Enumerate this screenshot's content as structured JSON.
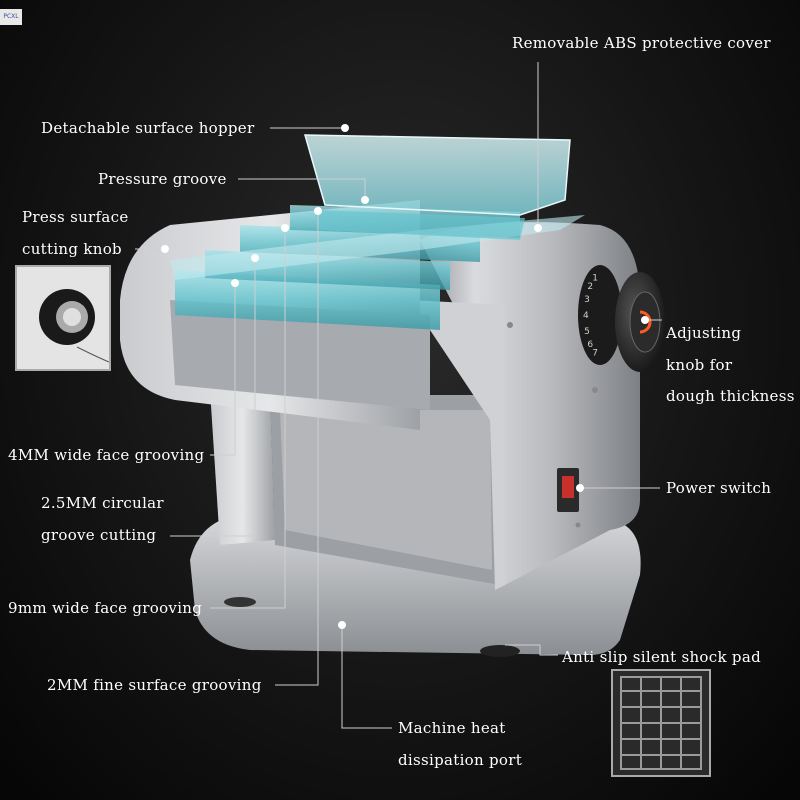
{
  "badge": "PCXL",
  "colors": {
    "background": "#0c0c0c",
    "label_text": "#ffffff",
    "leader_line": "#cfcfcf",
    "body": "#c4c6ca",
    "acrylic": "#7fd4dc"
  },
  "callouts": {
    "protective_cover": "Removable ABS protective cover",
    "hopper": "Detachable surface hopper",
    "pressure_groove": "Pressure groove",
    "cutting_knob_line1": "Press surface",
    "cutting_knob_line2": "cutting knob",
    "adjust_line1": "Adjusting",
    "adjust_line2": "knob for",
    "adjust_line3": "dough thickness",
    "groove_4mm": "4MM wide face grooving",
    "circular_line1": "2.5MM circular",
    "circular_line2": "groove cutting",
    "power_switch": "Power switch",
    "groove_9mm": "9mm wide face grooving",
    "shock_pad": "Anti slip silent shock pad",
    "fine_2mm": "2MM fine surface grooving",
    "heat_line1": "Machine heat",
    "heat_line2": "dissipation port"
  },
  "dial_numbers": [
    "1",
    "2",
    "3",
    "4",
    "5",
    "6",
    "7"
  ]
}
